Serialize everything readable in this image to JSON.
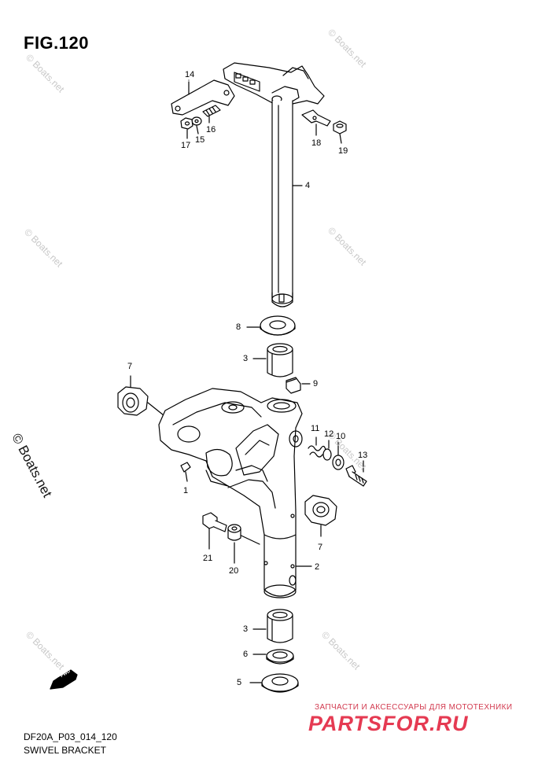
{
  "figure_title": "FIG.120",
  "diagram_code": "DF20A_P03_014_120",
  "diagram_name": "SWIVEL BRACKET",
  "watermark_large": "© Boats.net",
  "watermark_small": "© Boats.net",
  "fwd_badge": "FWD",
  "brand_caption": "ЗАПЧАСТИ И АКСЕССУАРЫ ДЛЯ МОТОТЕХНИКИ",
  "brand_logo": "PARTSFOR.RU",
  "brand_color": "#e53a52",
  "callouts": {
    "c14": "14",
    "c16": "16",
    "c15": "15",
    "c17": "17",
    "c18": "18",
    "c19": "19",
    "c4": "4",
    "c8": "8",
    "c3_top": "3",
    "c9": "9",
    "c7_left": "7",
    "c11": "11",
    "c12": "12",
    "c10": "10",
    "c13": "13",
    "c1": "1",
    "c7_right": "7",
    "c21": "21",
    "c20": "20",
    "c2": "2",
    "c3_bottom": "3",
    "c6": "6",
    "c5": "5"
  }
}
